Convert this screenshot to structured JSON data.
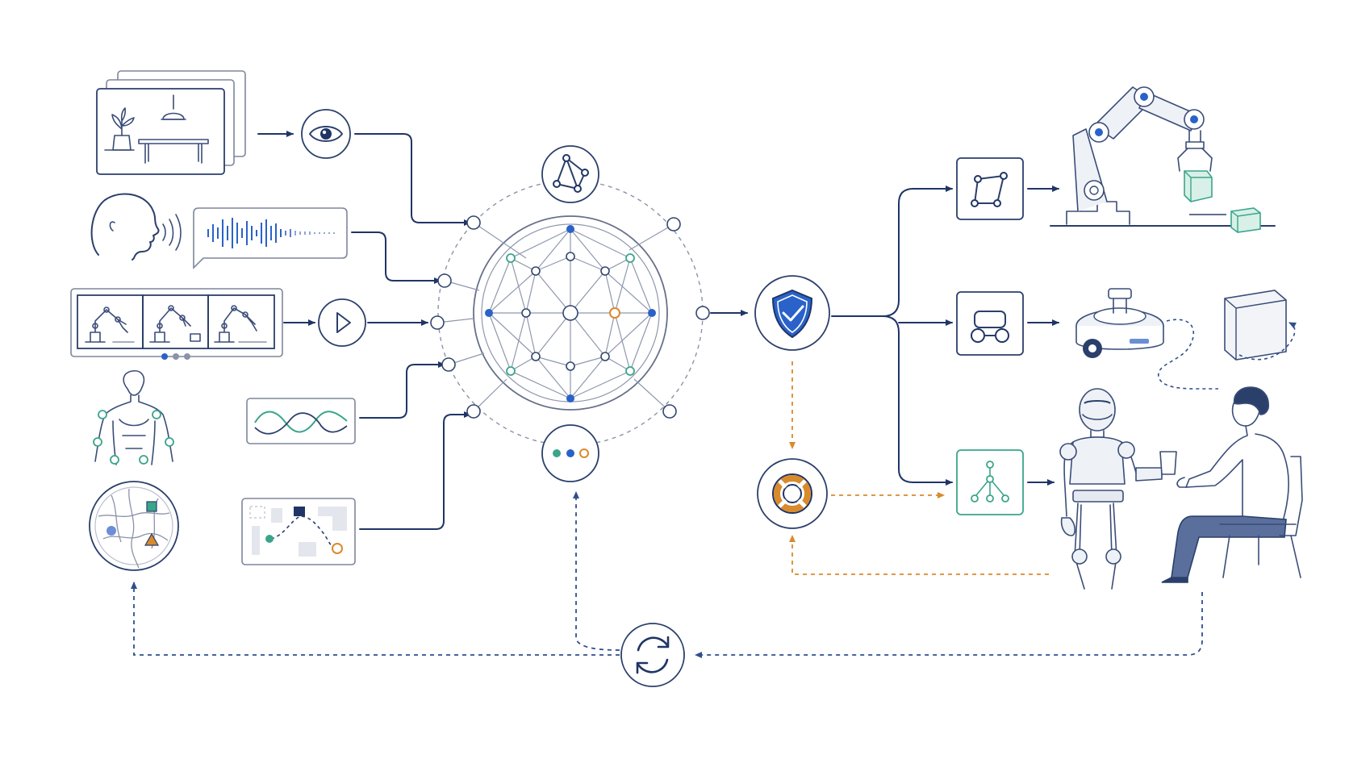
{
  "colors": {
    "navy": "#1f3566",
    "blue": "#2a62c9",
    "teal": "#3aa58a",
    "orange": "#d98a2b",
    "grey": "#8a93a8"
  },
  "inputs": [
    {
      "name": "scene-image-stack",
      "icon": "eye-icon"
    },
    {
      "name": "speech-audio",
      "icon": "waveform-icon"
    },
    {
      "name": "robot-video-frames",
      "icon": "play-icon"
    },
    {
      "name": "body-pose",
      "icon": "skeleton-icon"
    },
    {
      "name": "sensor-signal",
      "icon": "signal-wave-icon"
    },
    {
      "name": "map-route",
      "icon": "map-icon"
    }
  ],
  "core": {
    "icon": "neural-network-sphere-icon"
  },
  "safety": {
    "icons": [
      "shield-check-icon",
      "lifebuoy-icon"
    ]
  },
  "outputs": [
    {
      "name": "robot-arm-manipulation",
      "icon": "polygon-nodes-icon"
    },
    {
      "name": "mobile-robot-navigation",
      "icon": "vehicle-icon"
    },
    {
      "name": "humanoid-human-interaction",
      "icon": "hierarchy-tree-icon"
    }
  ],
  "feedback": {
    "icon": "refresh-cycle-icon"
  }
}
